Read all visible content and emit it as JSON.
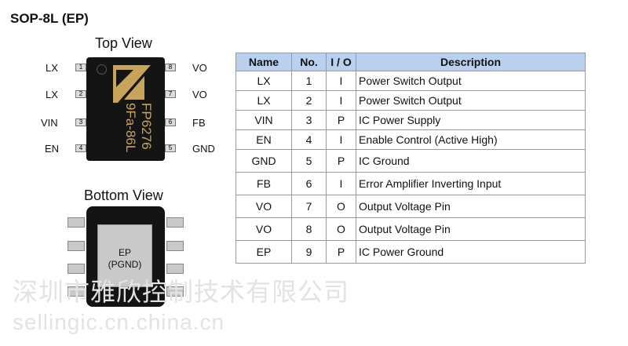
{
  "package_title": "SOP-8L (EP)",
  "top_view": {
    "title": "Top View",
    "marking_lines": [
      "FP6276",
      "9Fa-86L"
    ],
    "pins_left": [
      {
        "label": "LX",
        "number": "1"
      },
      {
        "label": "LX",
        "number": "2"
      },
      {
        "label": "VIN",
        "number": "3"
      },
      {
        "label": "EN",
        "number": "4"
      }
    ],
    "pins_right": [
      {
        "label": "VO",
        "number": "8"
      },
      {
        "label": "VO",
        "number": "7"
      },
      {
        "label": "FB",
        "number": "6"
      },
      {
        "label": "GND",
        "number": "5"
      }
    ]
  },
  "bottom_view": {
    "title": "Bottom View",
    "pad_line1": "EP",
    "pad_line2": "(PGND)"
  },
  "pin_table": {
    "headers": [
      "Name",
      "No.",
      "I / O",
      "Description"
    ],
    "rows": [
      {
        "name": "LX",
        "no": "1",
        "io": "I",
        "desc": "Power Switch Output"
      },
      {
        "name": "LX",
        "no": "2",
        "io": "I",
        "desc": "Power Switch Output"
      },
      {
        "name": "VIN",
        "no": "3",
        "io": "P",
        "desc": "IC Power Supply"
      },
      {
        "name": "EN",
        "no": "4",
        "io": "I",
        "desc": "Enable Control (Active High)"
      },
      {
        "name": "GND",
        "no": "5",
        "io": "P",
        "desc": "IC Ground"
      },
      {
        "name": "FB",
        "no": "6",
        "io": "I",
        "desc": "Error Amplifier Inverting Input"
      },
      {
        "name": "VO",
        "no": "7",
        "io": "O",
        "desc": "Output Voltage Pin"
      },
      {
        "name": "VO",
        "no": "8",
        "io": "O",
        "desc": "Output Voltage Pin"
      },
      {
        "name": "EP",
        "no": "9",
        "io": "P",
        "desc": "IC Power Ground"
      }
    ]
  },
  "watermark": {
    "line1": "深圳市雅欣控制技术有限公司",
    "line2": "sellingic.cn.china.cn"
  },
  "colors": {
    "header_bg": "#b9d0ee",
    "chip_body": "#141414",
    "marking": "#c8a45a"
  }
}
